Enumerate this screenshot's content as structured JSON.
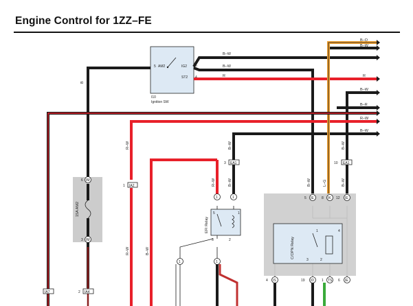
{
  "title": "Engine Control for 1ZZ–FE",
  "colors": {
    "black_wire": "#1a1a1a",
    "red_wire": "#e8202a",
    "orange_wire": "#f0a030",
    "green_wire": "#3aaa3a",
    "switch_fill": "#dde9f4",
    "module_fill": "#cccccc"
  },
  "ignition_switch": {
    "id": "I10",
    "name": "Ignition SW",
    "terminals": [
      {
        "pin": "5",
        "name": "AM2"
      },
      {
        "pin": "6",
        "name": "IG2"
      },
      {
        "pin": "4",
        "name": "ST2"
      }
    ]
  },
  "wire_codes": {
    "top_bo": "B–O",
    "top_bw": "B–W",
    "sw_bw_upper": "B–W",
    "sw_bw_lower": "B–W",
    "sw_r": "R",
    "right_r": "R",
    "right_bw1": "B–W",
    "right_br": "B–R",
    "right_rw": "R–W",
    "right_bw2": "B–W",
    "left_b": "B",
    "mid_bw": "B–W",
    "mid_rw_left": "R–W",
    "efi_bw": "B–W",
    "ea1_bw": "B–W",
    "efi_rw": "R–W",
    "lower_rw": "R–W",
    "lower_bw": "B–W",
    "cir_bw": "B–W",
    "cir_lg": "L–G",
    "cir_bw2": "B–W"
  },
  "fuse": {
    "label": "15A AM2",
    "top_pin": "6",
    "top_conn": "IM",
    "bottom_pin": "3",
    "bottom_conn": "IM"
  },
  "connectors": {
    "ia2": {
      "pin": "1",
      "name": "IA2"
    },
    "ea1_left": {
      "pin": "3",
      "name": "EA1"
    },
    "ea1_right": {
      "pin": "10",
      "name": "EA1"
    },
    "ia7": {
      "pin": "",
      "name": "IA7"
    },
    "ia4": {
      "pin": "2",
      "name": "IA4"
    },
    "ie_top": {
      "pin": "5",
      "name": "IE"
    },
    "ik_top": {
      "pin": "8",
      "name": "IK"
    },
    "ie_top2": {
      "pin": "12",
      "name": "IE"
    },
    "is_bot": {
      "pin": "4",
      "name": "IS"
    },
    "id_bot": {
      "pin": "19",
      "name": "ID"
    },
    "ts_bot": {
      "pin": "1",
      "name": "TS"
    },
    "ie_bot": {
      "pin": "6",
      "name": "IE"
    }
  },
  "efi_relay": {
    "label": "EFI Relay",
    "pins": [
      "1",
      "2",
      "3",
      "5"
    ],
    "top_pins": [
      "1",
      "1"
    ],
    "bottom_pin": "1"
  },
  "circuit_opening_relay": {
    "label": "C/OPN Relay",
    "pins": [
      "1",
      "3",
      "2",
      "4"
    ]
  },
  "junction_pins": {
    "j1": "1",
    "j2": "1"
  }
}
